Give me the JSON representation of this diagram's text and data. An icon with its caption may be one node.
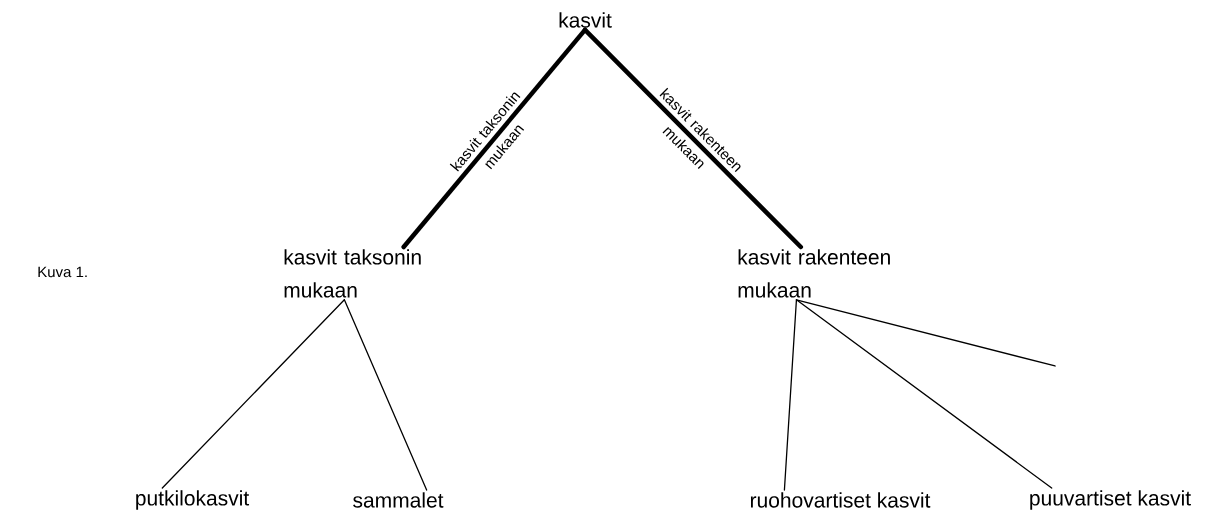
{
  "diagram": {
    "nodes": [
      {
        "text": [
          "kasvit"
        ]
      },
      {
        "text": [
          "kasvit taksonin mukaan"
        ]
      },
      {
        "text": [
          "kasvit rakenteen mukaan"
        ]
      },
      {
        "text": [
          "putkilokasvit"
        ]
      },
      {
        "text": [
          "sammalet"
        ]
      },
      {
        "text": [
          "ruohovartiset kasvit"
        ]
      },
      {
        "text": [
          "puuvartiset kasvit"
        ]
      }
    ],
    "edges": [
      {
        "from": 0,
        "to": 1,
        "arrow": "none",
        "style": "thick",
        "label": "kasvit taksonin mukaan"
      },
      {
        "from": 0,
        "to": 2,
        "arrow": "none",
        "style": "thick",
        "label": "kasvit rakenteen mukaan"
      },
      {
        "from": 1,
        "to": 3,
        "arrow": "none"
      },
      {
        "from": 1,
        "to": 4,
        "arrow": "none"
      },
      {
        "from": 2,
        "to": 5,
        "arrow": "none"
      },
      {
        "from": 2,
        "to": 6,
        "arrow": "none"
      },
      {
        "from": 2,
        "to": null,
        "arrow": "none"
      }
    ],
    "labels": [
      "Kuva 1."
    ]
  }
}
